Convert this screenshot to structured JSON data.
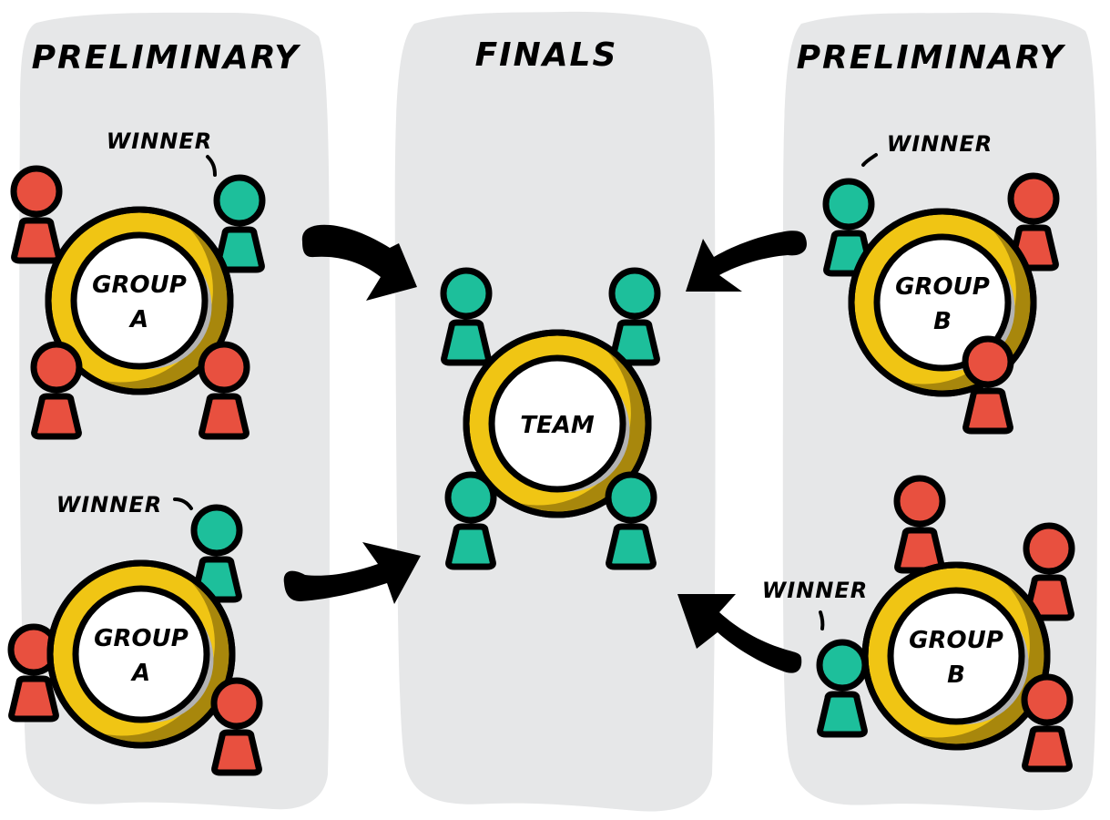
{
  "colors": {
    "background": "#ffffff",
    "panel": "#e6e7e8",
    "outline": "#000000",
    "table_ring": "#f0c514",
    "table_ring_shade": "#a8870c",
    "table_top": "#ffffff",
    "table_top_shade": "#b3b3b3",
    "person_loser": "#e8503f",
    "person_winner": "#1dbf9b",
    "arrow": "#000000"
  },
  "columns": {
    "left": {
      "title": "PRELIMINARY"
    },
    "center": {
      "title": "FINALS"
    },
    "right": {
      "title": "PRELIMINARY"
    }
  },
  "annotations": {
    "winner_label": "WINNER"
  },
  "tables": [
    {
      "id": "group-a-top",
      "column": "left",
      "label_lines": [
        "GROUP",
        "A"
      ],
      "seats": [
        {
          "pos": "top-left",
          "role": "loser"
        },
        {
          "pos": "top-right",
          "role": "winner"
        },
        {
          "pos": "bottom-left",
          "role": "loser"
        },
        {
          "pos": "bottom-right",
          "role": "loser"
        }
      ],
      "winner_annotation": "WINNER"
    },
    {
      "id": "group-a-bottom",
      "column": "left",
      "label_lines": [
        "GROUP",
        "A"
      ],
      "seats": [
        {
          "pos": "top-right",
          "role": "winner"
        },
        {
          "pos": "left",
          "role": "loser"
        },
        {
          "pos": "bottom-right",
          "role": "loser"
        }
      ],
      "winner_annotation": "WINNER"
    },
    {
      "id": "team",
      "column": "center",
      "label_lines": [
        "TEAM"
      ],
      "seats": [
        {
          "pos": "top-left",
          "role": "winner"
        },
        {
          "pos": "top-right",
          "role": "winner"
        },
        {
          "pos": "bottom-left",
          "role": "winner"
        },
        {
          "pos": "bottom-right",
          "role": "winner"
        }
      ]
    },
    {
      "id": "group-b-top",
      "column": "right",
      "label_lines": [
        "GROUP",
        "B"
      ],
      "seats": [
        {
          "pos": "top-left",
          "role": "winner"
        },
        {
          "pos": "top-right",
          "role": "loser"
        },
        {
          "pos": "bottom-right",
          "role": "loser"
        }
      ],
      "winner_annotation": "WINNER"
    },
    {
      "id": "group-b-bottom",
      "column": "right",
      "label_lines": [
        "GROUP",
        "B"
      ],
      "seats": [
        {
          "pos": "top",
          "role": "loser"
        },
        {
          "pos": "top-right",
          "role": "loser"
        },
        {
          "pos": "left",
          "role": "winner"
        },
        {
          "pos": "bottom-right",
          "role": "loser"
        }
      ],
      "winner_annotation": "WINNER"
    }
  ],
  "flows": [
    {
      "from": "group-a-top",
      "to": "team"
    },
    {
      "from": "group-a-bottom",
      "to": "team"
    },
    {
      "from": "group-b-top",
      "to": "team"
    },
    {
      "from": "group-b-bottom",
      "to": "team"
    }
  ]
}
